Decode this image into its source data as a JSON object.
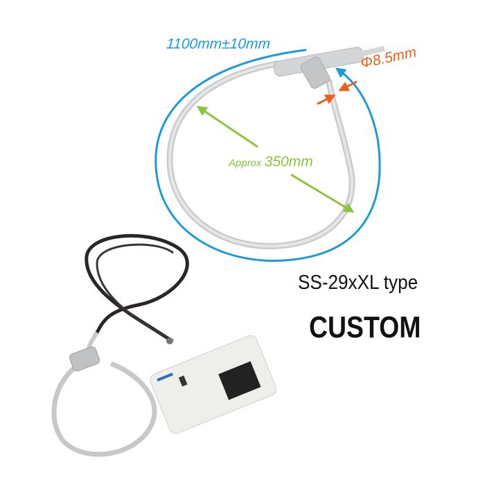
{
  "annotations": {
    "cable_length": "1100mm±10mm",
    "diameter": "Φ8.5mm",
    "loop_prefix": "Approx",
    "loop_size": "350mm"
  },
  "product": {
    "model": "SS-29xXL type",
    "variant": "CUSTOM"
  },
  "colors": {
    "length_blue": "#1a9ad9",
    "diameter_orange": "#e8621c",
    "loop_green": "#8cc43c"
  }
}
